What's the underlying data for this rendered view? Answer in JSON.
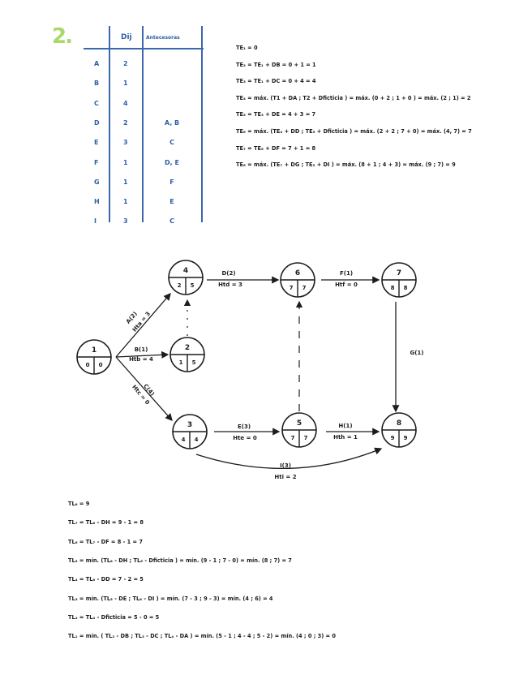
{
  "exercise_number": "2.",
  "table": {
    "headers": {
      "activity": "",
      "duration": "Dij",
      "predecessors": "Antecesoras"
    },
    "rows": [
      {
        "activity": "A",
        "duration": "2",
        "predecessors": ""
      },
      {
        "activity": "B",
        "duration": "1",
        "predecessors": ""
      },
      {
        "activity": "C",
        "duration": "4",
        "predecessors": ""
      },
      {
        "activity": "D",
        "duration": "2",
        "predecessors": "A, B"
      },
      {
        "activity": "E",
        "duration": "3",
        "predecessors": "C"
      },
      {
        "activity": "F",
        "duration": "1",
        "predecessors": "D, E"
      },
      {
        "activity": "G",
        "duration": "1",
        "predecessors": "F"
      },
      {
        "activity": "H",
        "duration": "1",
        "predecessors": "E"
      },
      {
        "activity": "I",
        "duration": "3",
        "predecessors": "C"
      }
    ]
  },
  "te_equations": [
    "TE₁ = 0",
    "TE₂ = TE₁ + DB = 0 + 1 = 1",
    "TE₃ = TE₁ + DC = 0 + 4 = 4",
    "TE₄ = máx. (T1 + DA ; T2 + Dficticia ) = máx. (0 + 2 ; 1 + 0 ) = máx. (2 ; 1) = 2",
    "TE₅ = TE₃ + DE = 4 + 3 = 7",
    "TE₆ = máx. (TE₄ + DD ; TE₅ + Dficticia ) = máx. (2 + 2 ; 7 + 0) = máx. (4, 7) = 7",
    "TE₇ = TE₆ + DF = 7 + 1 = 8",
    "TE₈ = máx. (TE₇ + DG ; TE₃ + DI ) = máx. (8 + 1 ; 4 + 3) = máx. (9 ; 7) = 9"
  ],
  "tl_equations": [
    "TL₈ = 9",
    "TL₇ = TL₈ - DH = 9 - 1 = 8",
    "TL₆ = TL₇ - DF = 8 - 1 = 7",
    "TL₅ = mín. (TL₈ - DH ; TL₆ - Dficticia ) = mín. (9 - 1 ; 7 - 0) = mín. (8 ; 7) = 7",
    "TL₄ = TL₆ - DD = 7 - 2 = 5",
    "TL₃ = mín. (TL₅ - DE ; TL₈ - DI ) = mín. (7 - 3 ; 9 - 3) = mín. (4 ; 6) = 4",
    "TL₂ = TL₄ - Dficticia = 5 - 0 = 5",
    "TL₁ = mín. ( TL₂ - DB ; TL₃ - DC ; TL₄ - DA ) = mín. (5 - 1 ; 4 - 4 ; 5 - 2) = mín. (4 ; 0 ; 3) = 0"
  ],
  "network": {
    "nodes": [
      {
        "id": "1",
        "te": "0",
        "tl": "0"
      },
      {
        "id": "2",
        "te": "1",
        "tl": "5"
      },
      {
        "id": "3",
        "te": "4",
        "tl": "4"
      },
      {
        "id": "4",
        "te": "2",
        "tl": "5"
      },
      {
        "id": "5",
        "te": "7",
        "tl": "7"
      },
      {
        "id": "6",
        "te": "7",
        "tl": "7"
      },
      {
        "id": "7",
        "te": "8",
        "tl": "8"
      },
      {
        "id": "8",
        "te": "9",
        "tl": "9"
      }
    ],
    "activities": [
      {
        "from": "1",
        "to": "4",
        "label": "A(2)",
        "slack": "Hta = 3"
      },
      {
        "from": "1",
        "to": "2",
        "label": "B(1)",
        "slack": "Htb = 4"
      },
      {
        "from": "1",
        "to": "3",
        "label": "C(4)",
        "slack": "Htc = 0"
      },
      {
        "from": "4",
        "to": "6",
        "label": "D(2)",
        "slack": "Htd = 3"
      },
      {
        "from": "3",
        "to": "5",
        "label": "E(3)",
        "slack": "Hte = 0"
      },
      {
        "from": "6",
        "to": "7",
        "label": "F(1)",
        "slack": "Htf = 0"
      },
      {
        "from": "7",
        "to": "8",
        "label": "G(1)",
        "slack": ""
      },
      {
        "from": "5",
        "to": "8",
        "label": "H(1)",
        "slack": "Hth = 1"
      },
      {
        "from": "3",
        "to": "8",
        "label": "I(3)",
        "slack": "Hti = 2"
      }
    ],
    "dummies": [
      {
        "from": "2",
        "to": "4"
      },
      {
        "from": "5",
        "to": "6"
      }
    ]
  }
}
